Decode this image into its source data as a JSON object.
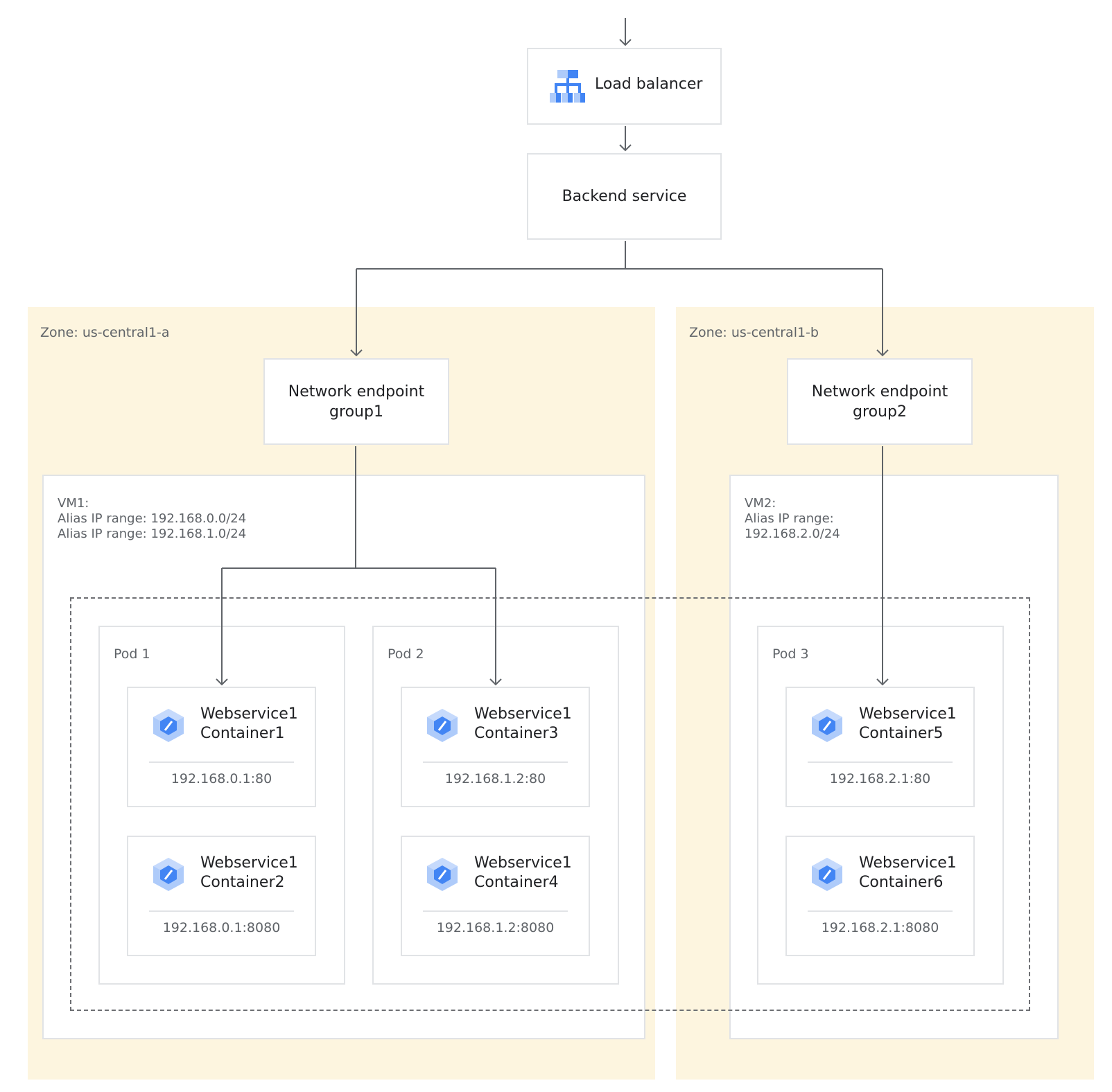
{
  "top": {
    "load_balancer": "Load balancer",
    "backend_service": "Backend service"
  },
  "zones": [
    {
      "label": "Zone: us-central1-a"
    },
    {
      "label": "Zone: us-central1-b"
    }
  ],
  "negs": [
    {
      "line1": "Network endpoint",
      "line2": "group1"
    },
    {
      "line1": "Network endpoint",
      "line2": "group2"
    }
  ],
  "vms": [
    {
      "lines": [
        "VM1:",
        "Alias IP range: 192.168.0.0/24",
        "Alias IP range: 192.168.1.0/24"
      ]
    },
    {
      "lines": [
        "VM2:",
        "Alias IP range:",
        "192.168.2.0/24"
      ]
    }
  ],
  "pods": [
    {
      "label": "Pod 1"
    },
    {
      "label": "Pod 2"
    },
    {
      "label": "Pod 3"
    }
  ],
  "containers": [
    {
      "line1": "Webservice1",
      "line2": "Container1",
      "addr": "192.168.0.1:80"
    },
    {
      "line1": "Webservice1",
      "line2": "Container2",
      "addr": "192.168.0.1:8080"
    },
    {
      "line1": "Webservice1",
      "line2": "Container3",
      "addr": "192.168.1.2:80"
    },
    {
      "line1": "Webservice1",
      "line2": "Container4",
      "addr": "192.168.1.2:8080"
    },
    {
      "line1": "Webservice1",
      "line2": "Container5",
      "addr": "192.168.2.1:80"
    },
    {
      "line1": "Webservice1",
      "line2": "Container6",
      "addr": "192.168.2.1:8080"
    }
  ],
  "icons": {
    "load_balancer": "load-balancer-icon",
    "container": "container-hexagon-icon"
  },
  "colors": {
    "zone_background": "#fdf5df",
    "box_border": "#e1e3e6",
    "connector": "#5f6368",
    "icon_blue": "#4285f4",
    "icon_light_blue": "#aecbfa"
  }
}
